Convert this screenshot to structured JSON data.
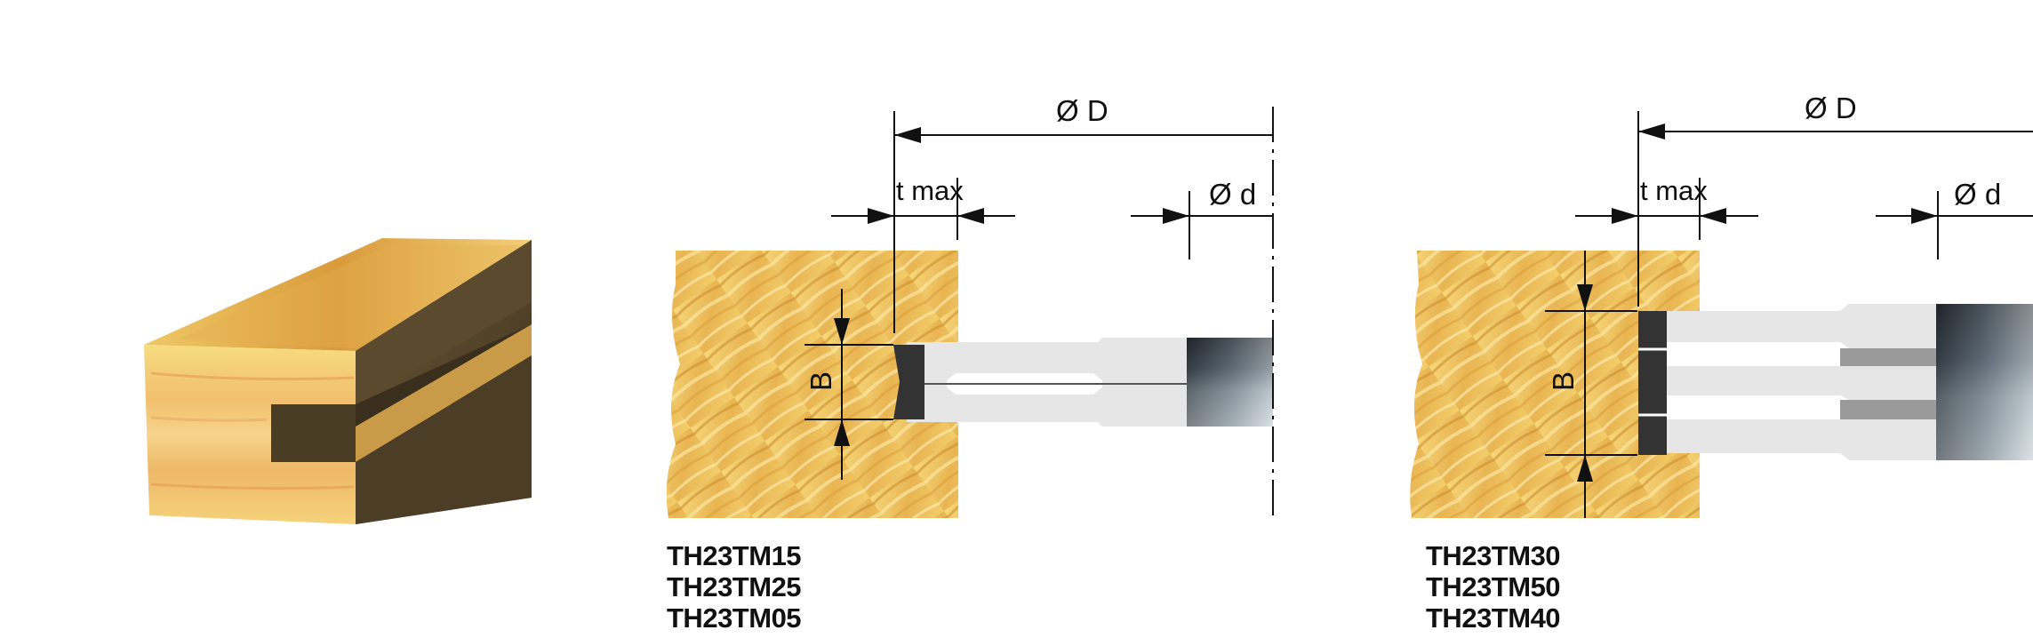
{
  "diagram_left": {
    "labels": {
      "outer_diameter": "Ø D",
      "max_depth": "t max",
      "bore": "Ø d",
      "width": "B"
    },
    "codes": [
      "TH23TM15",
      "TH23TM25",
      "TH23TM05"
    ]
  },
  "diagram_right": {
    "labels": {
      "outer_diameter": "Ø D",
      "max_depth": "t max",
      "bore": "Ø d",
      "width": "B"
    },
    "codes": [
      "TH23TM30",
      "TH23TM50",
      "TH23TM40"
    ]
  },
  "colors": {
    "wood_light": "#f4d26e",
    "wood_mid": "#e8b14a",
    "wood_dark": "#c98a2a",
    "wood_side": "#5a4a2e",
    "tool_body": "#e6e6e6",
    "tool_tip": "#333333",
    "hub_dark": "#2a2f35",
    "hub_light": "#c9d3d8"
  }
}
